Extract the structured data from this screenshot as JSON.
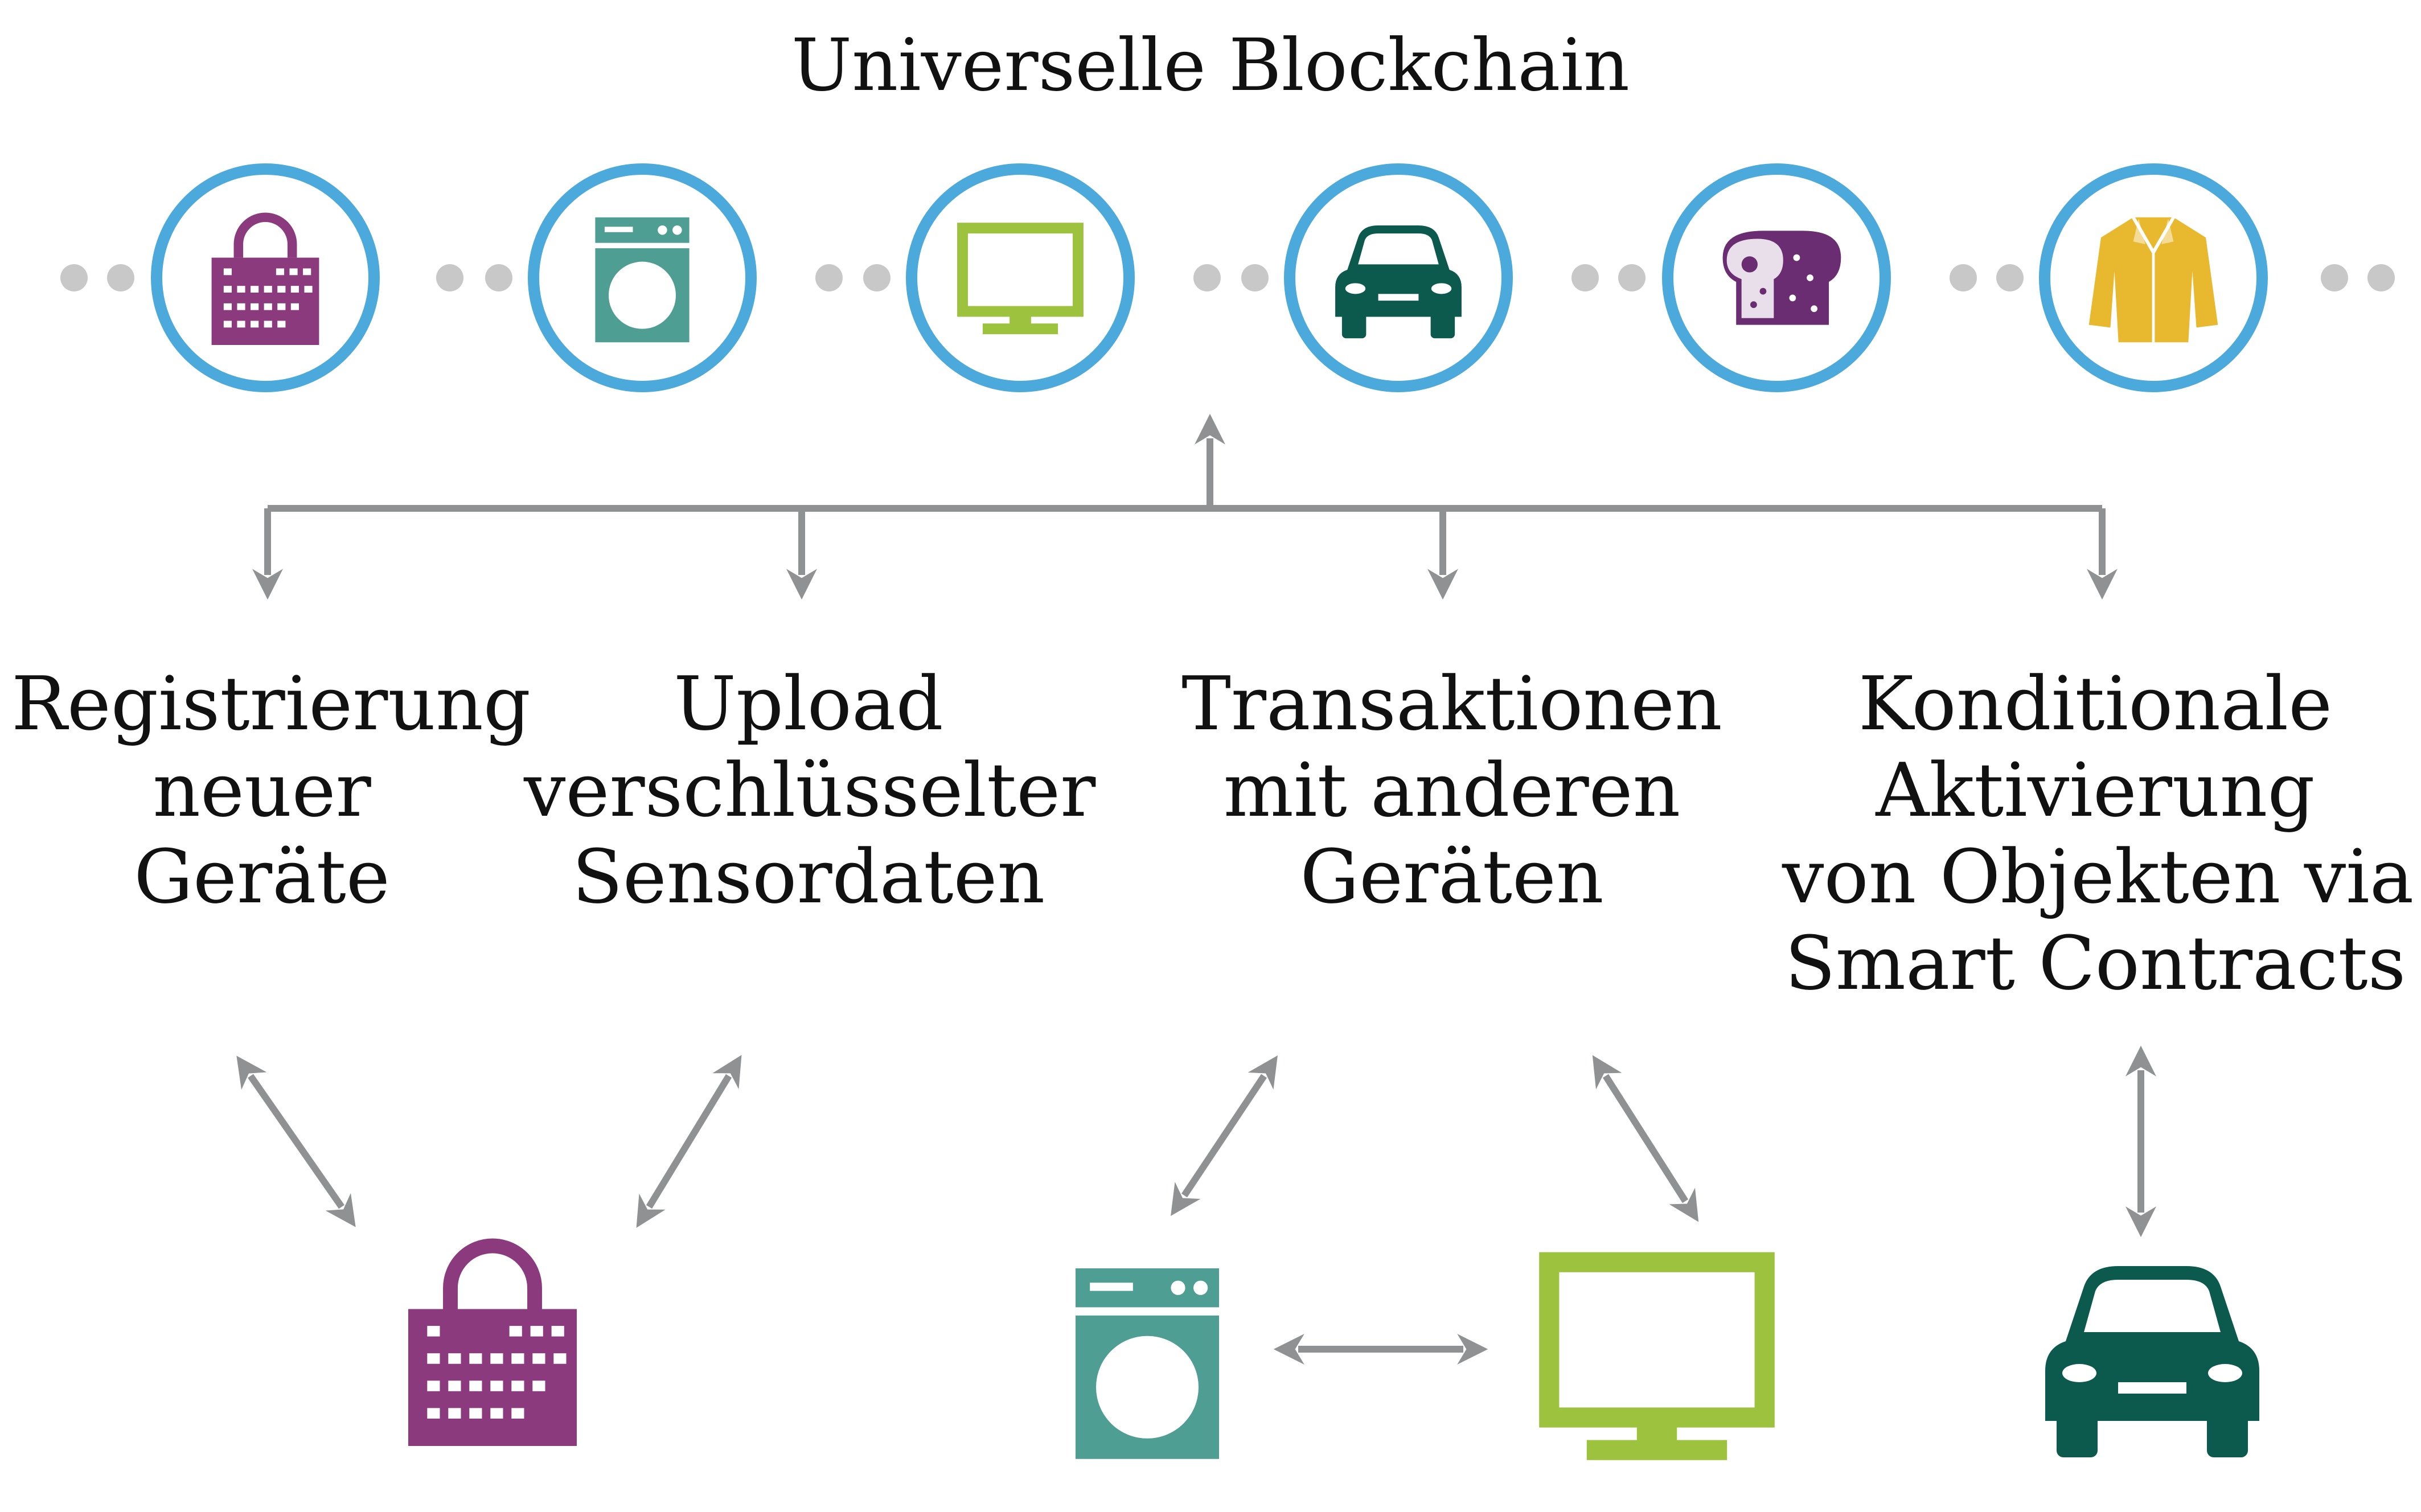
{
  "title": "Universelle Blockchain",
  "chain": {
    "nodes": [
      {
        "icon": "lock-icon",
        "color": "#8B3A7E"
      },
      {
        "icon": "washing-machine-icon",
        "color": "#4E9E94"
      },
      {
        "icon": "monitor-icon",
        "color": "#9CC23E"
      },
      {
        "icon": "car-icon",
        "color": "#0C5A4E"
      },
      {
        "icon": "bread-icon",
        "color": "#6A2D72"
      },
      {
        "icon": "coat-icon",
        "color": "#E8B92F"
      }
    ],
    "ring_color": "#4BA9DB",
    "connector_color": "#C8C8C8"
  },
  "categories": [
    {
      "lines": [
        "Registrierung",
        "neuer",
        "Geräte"
      ]
    },
    {
      "lines": [
        "Upload",
        "verschlüsselter",
        "Sensordaten"
      ]
    },
    {
      "lines": [
        "Transaktionen",
        "mit anderen",
        "Geräten"
      ]
    },
    {
      "lines": [
        "Konditionale",
        "Aktivierung",
        "von Objekten via",
        "Smart Contracts"
      ]
    }
  ],
  "bottom_devices": [
    {
      "icon": "lock-icon",
      "color": "#8B3A7E"
    },
    {
      "icon": "washing-machine-icon",
      "color": "#4E9E94"
    },
    {
      "icon": "monitor-icon",
      "color": "#9CC23E"
    },
    {
      "icon": "car-icon",
      "color": "#0C5A4E"
    }
  ],
  "arrow_color": "#8F9193"
}
